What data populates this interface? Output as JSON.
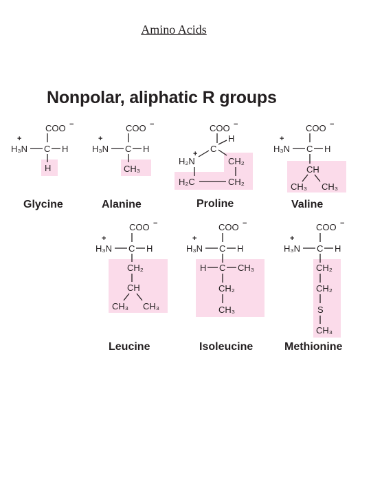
{
  "page": {
    "title": "Amino Acids"
  },
  "section": {
    "heading": "Nonpolar, aliphatic R groups"
  },
  "colors": {
    "r_group_highlight": "#fbdbea",
    "ink": "#231f20"
  },
  "backbone": {
    "carboxylate": "COO",
    "carboxylate_charge": "−",
    "amino": "H₃N",
    "amino_charge": "+",
    "alpha_carbon": "C",
    "alpha_hydrogen": "H",
    "bond_dash": "—"
  },
  "amino_acids": {
    "glycine": {
      "name": "Glycine",
      "r_group": [
        "H"
      ]
    },
    "alanine": {
      "name": "Alanine",
      "r_group": [
        "CH₃"
      ]
    },
    "proline": {
      "name": "Proline",
      "ring": {
        "nitrogen": "H₂N",
        "beta": "CH₂",
        "gamma": "CH₂",
        "delta": "H₂C"
      }
    },
    "valine": {
      "name": "Valine",
      "r_group": [
        "CH",
        "CH₃",
        "CH₃"
      ]
    },
    "leucine": {
      "name": "Leucine",
      "r_group": [
        "CH₂",
        "CH",
        "CH₃",
        "CH₃"
      ]
    },
    "isoleucine": {
      "name": "Isoleucine",
      "r_group": [
        "H",
        "C",
        "CH₃",
        "CH₂",
        "CH₃"
      ]
    },
    "methionine": {
      "name": "Methionine",
      "r_group": [
        "CH₂",
        "CH₂",
        "S",
        "CH₃"
      ]
    }
  }
}
